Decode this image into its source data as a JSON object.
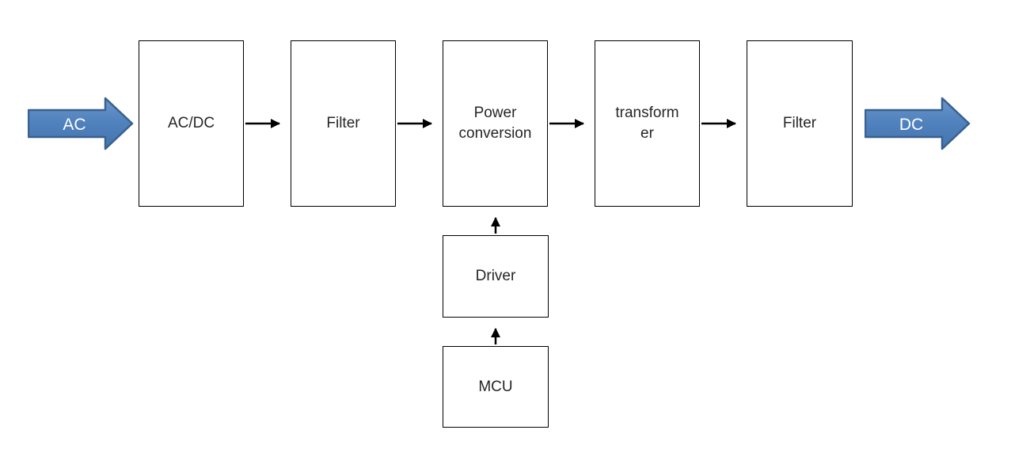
{
  "diagram": {
    "kind": "block-diagram",
    "flow_direction": "left-to-right",
    "input_arrow": {
      "label": "AC"
    },
    "output_arrow": {
      "label": "DC"
    },
    "nodes": [
      {
        "id": "acdc",
        "label": "AC/DC",
        "lines": [
          "AC/DC"
        ]
      },
      {
        "id": "filter-1",
        "label": "Filter",
        "lines": [
          "Filter"
        ]
      },
      {
        "id": "power-conversion",
        "label": "Power conversion",
        "lines": [
          "Power",
          "conversion"
        ]
      },
      {
        "id": "transformer",
        "label": "transformer",
        "lines": [
          "transform",
          "er"
        ]
      },
      {
        "id": "filter-2",
        "label": "Filter",
        "lines": [
          "Filter"
        ]
      },
      {
        "id": "driver",
        "label": "Driver",
        "lines": [
          "Driver"
        ]
      },
      {
        "id": "mcu",
        "label": "MCU",
        "lines": [
          "MCU"
        ]
      }
    ],
    "edges": [
      {
        "from": "AC",
        "to": "AC/DC",
        "style": "block-arrow"
      },
      {
        "from": "AC/DC",
        "to": "Filter",
        "style": "line-arrow"
      },
      {
        "from": "Filter",
        "to": "Power conversion",
        "style": "line-arrow"
      },
      {
        "from": "Power conversion",
        "to": "transformer",
        "style": "line-arrow"
      },
      {
        "from": "transformer",
        "to": "Filter",
        "style": "line-arrow"
      },
      {
        "from": "Filter",
        "to": "DC",
        "style": "block-arrow"
      },
      {
        "from": "Driver",
        "to": "Power conversion",
        "style": "line-arrow"
      },
      {
        "from": "MCU",
        "to": "Driver",
        "style": "line-arrow"
      }
    ],
    "colors": {
      "box_fill": "#ffffff",
      "box_border": "#000000",
      "connector": "#000000",
      "text": "#262626",
      "block_arrow_fill": "#4f81bd",
      "block_arrow_border": "#38618f",
      "block_arrow_text": "#ffffff"
    }
  }
}
